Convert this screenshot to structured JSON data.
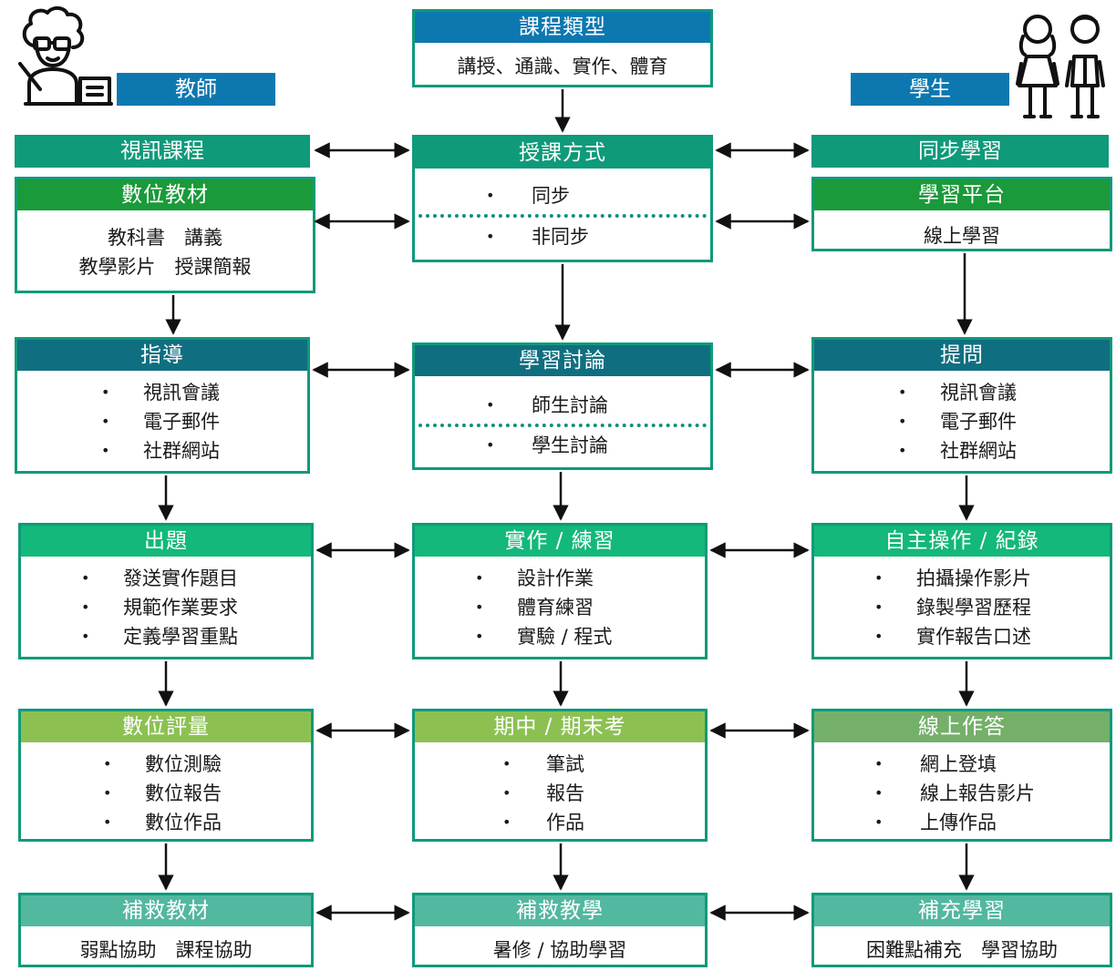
{
  "teacher_label": "教師",
  "student_label": "學生",
  "top": {
    "title": "課程類型",
    "text": "講授、通識、實作、體育"
  },
  "row1": {
    "left": "視訊課程",
    "mid": {
      "title": "授課方式",
      "items": [
        "同步",
        "非同步"
      ]
    },
    "right": "同步學習"
  },
  "row2": {
    "left": {
      "title": "數位教材",
      "line1": "教科書　講義",
      "line2": "教學影片　授課簡報"
    },
    "right": {
      "title": "學習平台",
      "text": "線上學習"
    }
  },
  "row3": {
    "left": {
      "title": "指導",
      "items": [
        "視訊會議",
        "電子郵件",
        "社群網站"
      ]
    },
    "mid": {
      "title": "學習討論",
      "items": [
        "師生討論",
        "學生討論"
      ]
    },
    "right": {
      "title": "提問",
      "items": [
        "視訊會議",
        "電子郵件",
        "社群網站"
      ]
    }
  },
  "row4": {
    "left": {
      "title": "出題",
      "items": [
        "發送實作題目",
        "規範作業要求",
        "定義學習重點"
      ]
    },
    "mid": {
      "title": "實作 / 練習",
      "items": [
        "設計作業",
        "體育練習",
        "實驗 / 程式"
      ]
    },
    "right": {
      "title": "自主操作 / 紀錄",
      "items": [
        "拍攝操作影片",
        "錄製學習歷程",
        "實作報告口述"
      ]
    }
  },
  "row5": {
    "left": {
      "title": "數位評量",
      "items": [
        "數位測驗",
        "數位報告",
        "數位作品"
      ]
    },
    "mid": {
      "title": "期中 / 期末考",
      "items": [
        "筆試",
        "報告",
        "作品"
      ]
    },
    "right": {
      "title": "線上作答",
      "items": [
        "網上登填",
        "線上報告影片",
        "上傳作品"
      ]
    }
  },
  "row6": {
    "left": {
      "title": "補救教材",
      "text": "弱點協助　課程協助"
    },
    "mid": {
      "title": "補救教學",
      "text": "暑修 / 協助學習"
    },
    "right": {
      "title": "補充學習",
      "text": "困難點補充　學習協助"
    }
  },
  "bullet": "•",
  "colors": {
    "border": "#0f9a7a",
    "blue": "#0d78b0",
    "teal": "#0f9a7a",
    "green": "#1a9a3a",
    "dark_teal": "#0f6f80",
    "mint": "#13b87a",
    "lime": "#8cc152",
    "sage": "#74b06a",
    "seafoam": "#52b8a0"
  },
  "icons": {
    "teacher": "teacher-icon",
    "students": "students-icon"
  }
}
